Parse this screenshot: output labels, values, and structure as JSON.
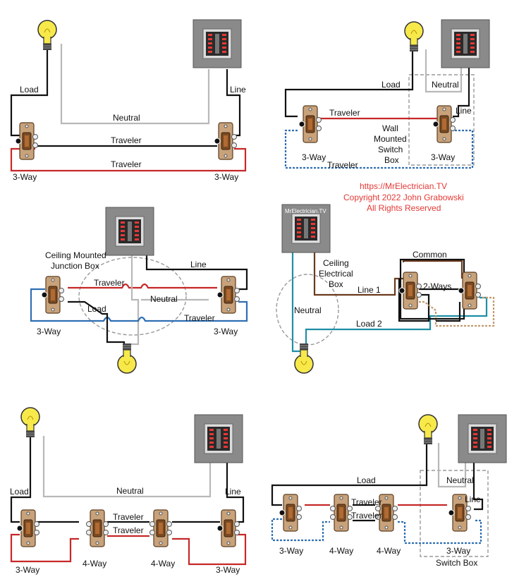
{
  "colors": {
    "hot": "#111111",
    "traveler_red": "#c62828",
    "traveler_blue": "#2f6fb3",
    "neutral": "#b8b8b8",
    "brown": "#6b3a1e",
    "teal": "#1f8fa6",
    "panel": "#8a8a8a",
    "switch": "#c8a27a",
    "bulb": "#f7e94a",
    "dashed_box": "#999999",
    "credit": "#e53935"
  },
  "icons": [
    "light-bulb-icon",
    "breaker-panel-icon",
    "three-way-switch-icon",
    "four-way-switch-icon",
    "single-switch-icon"
  ],
  "credit": {
    "url": "https://MrElectrician.TV",
    "copyright": "Copyright 2022 John Grabowski",
    "rights": "All Rights Reserved"
  },
  "d1": {
    "load": "Load",
    "line": "Line",
    "neutral": "Neutral",
    "traveler_top": "Traveler",
    "traveler_bottom": "Traveler",
    "sw_left": "3-Way",
    "sw_right": "3-Way"
  },
  "d2": {
    "load": "Load",
    "neutral": "Neutral",
    "line": "Line",
    "traveler_top": "Traveler",
    "traveler_bottom": "Traveler",
    "box_1": "Wall",
    "box_2": "Mounted",
    "box_3": "Switch",
    "box_4": "Box",
    "sw_left": "3-Way",
    "sw_right": "3-Way"
  },
  "d3": {
    "jbox_1": "Ceiling Mounted",
    "jbox_2": "Junction Box",
    "line": "Line",
    "traveler_top": "Traveler",
    "neutral": "Neutral",
    "load": "Load",
    "traveler_bottom": "Traveler",
    "sw_left": "3-Way",
    "sw_right": "3-Way"
  },
  "d4": {
    "panel_label": "MrElectrician.TV",
    "ceiling_1": "Ceiling",
    "ceiling_2": "Electrical",
    "ceiling_3": "Box",
    "common": "Common",
    "line1": "Line 1",
    "two_ways": "2-Ways",
    "neutral": "Neutral",
    "load2": "Load 2"
  },
  "d5": {
    "load": "Load",
    "neutral": "Neutral",
    "line": "Line",
    "traveler_top": "Traveler",
    "traveler_bottom": "Traveler",
    "sw1": "3-Way",
    "sw2": "4-Way",
    "sw3": "4-Way",
    "sw4": "3-Way"
  },
  "d6": {
    "load": "Load",
    "neutral": "Neutral",
    "line": "Line",
    "traveler_top": "Traveler",
    "traveler_bottom": "Traveler",
    "sw1": "3-Way",
    "sw2": "4-Way",
    "sw3": "4-Way",
    "sw4": "3-Way",
    "switch_box": "Switch Box"
  }
}
